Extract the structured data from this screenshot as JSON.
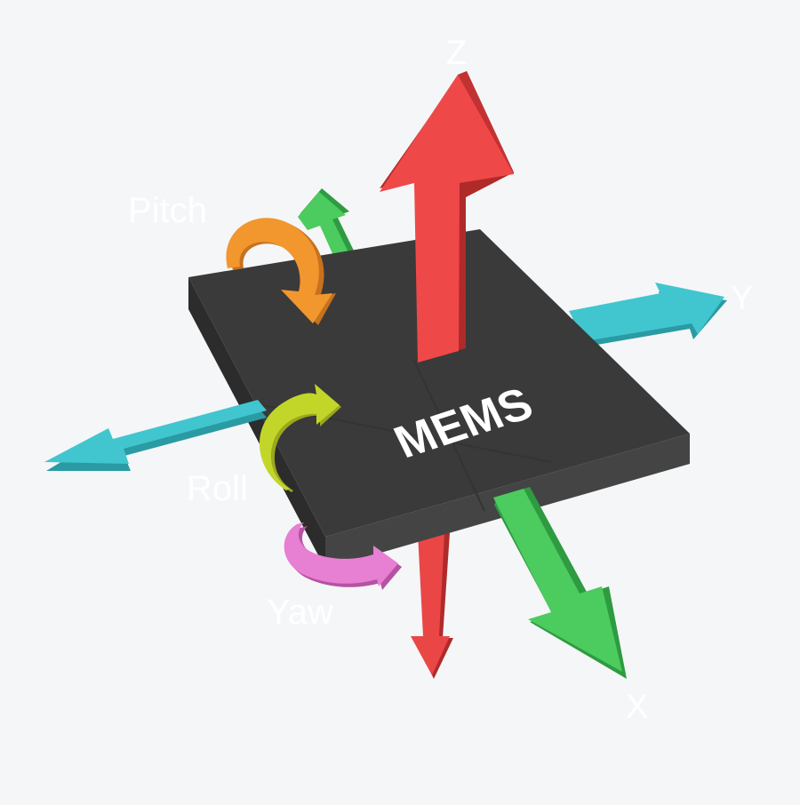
{
  "diagram": {
    "chip_label": "MEMS",
    "axes": {
      "z": {
        "label": "Z",
        "color": "#e63d3d"
      },
      "y": {
        "label": "Y",
        "color": "#3ec3cc"
      },
      "x": {
        "label": "X",
        "color": "#47c75a"
      }
    },
    "rotations": {
      "pitch": {
        "label": "Pitch",
        "color": "#f09536"
      },
      "roll": {
        "label": "Roll",
        "color": "#bfd324"
      },
      "yaw": {
        "label": "Yaw",
        "color": "#e27acc"
      }
    },
    "chip_color": "#3a3a3a"
  }
}
